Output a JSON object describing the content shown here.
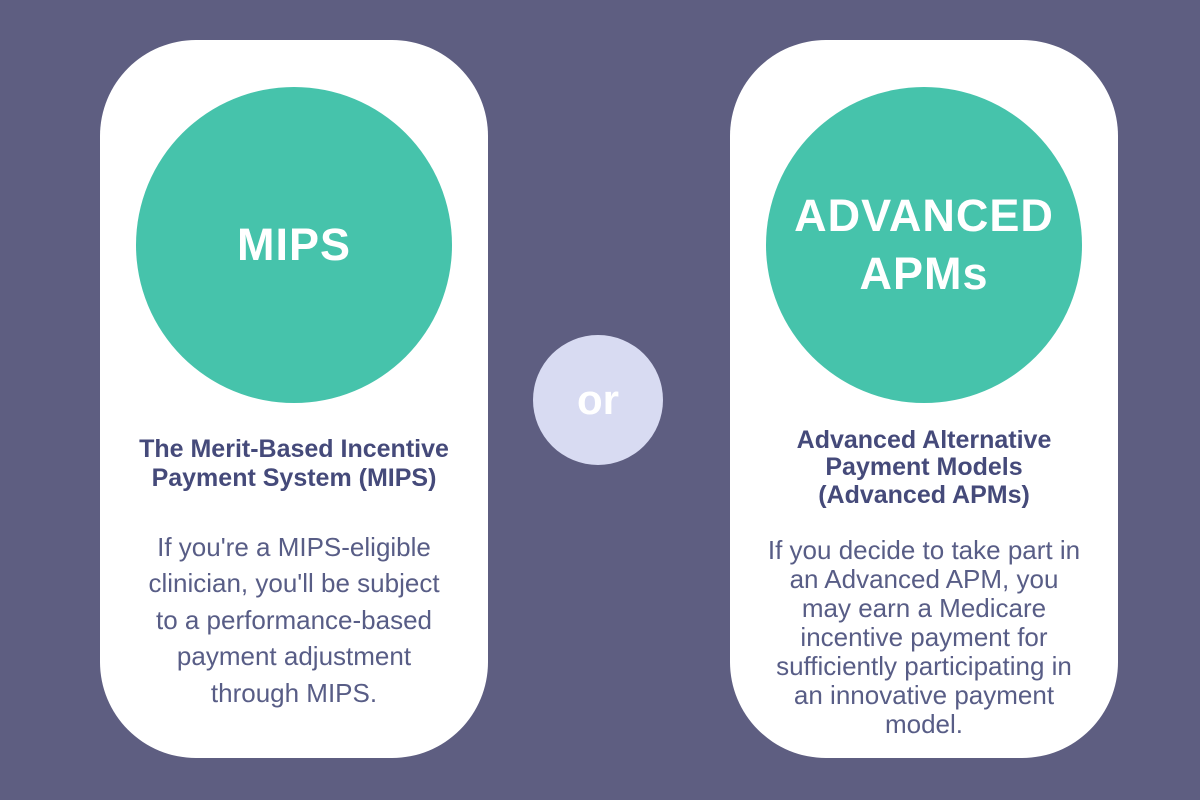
{
  "colors": {
    "background": "#5E5E81",
    "card_background": "#FFFFFF",
    "circle_teal": "#46C3AB",
    "heading_text": "#454A7A",
    "body_text": "#585D86",
    "or_badge_background": "#D8DBF2",
    "or_badge_text": "#FFFFFF"
  },
  "or_badge": {
    "label": "or"
  },
  "cards": [
    {
      "id": "mips",
      "circle_lines": [
        "MIPS"
      ],
      "heading_lines": [
        "The Merit-Based Incentive",
        "Payment System (MIPS)"
      ],
      "body_lines": [
        "If you're a MIPS-eligible",
        "clinician, you'll be subject",
        "to a performance-based",
        "payment adjustment",
        "through MIPS."
      ]
    },
    {
      "id": "advanced-apms",
      "circle_lines": [
        "ADVANCED",
        "APMs"
      ],
      "heading_lines": [
        "Advanced Alternative",
        "Payment Models",
        "(Advanced APMs)"
      ],
      "body_lines": [
        "If you decide to take part in",
        "an Advanced APM, you",
        "may earn a Medicare",
        "incentive payment for",
        "sufficiently participating in",
        "an innovative payment",
        "model."
      ]
    }
  ]
}
